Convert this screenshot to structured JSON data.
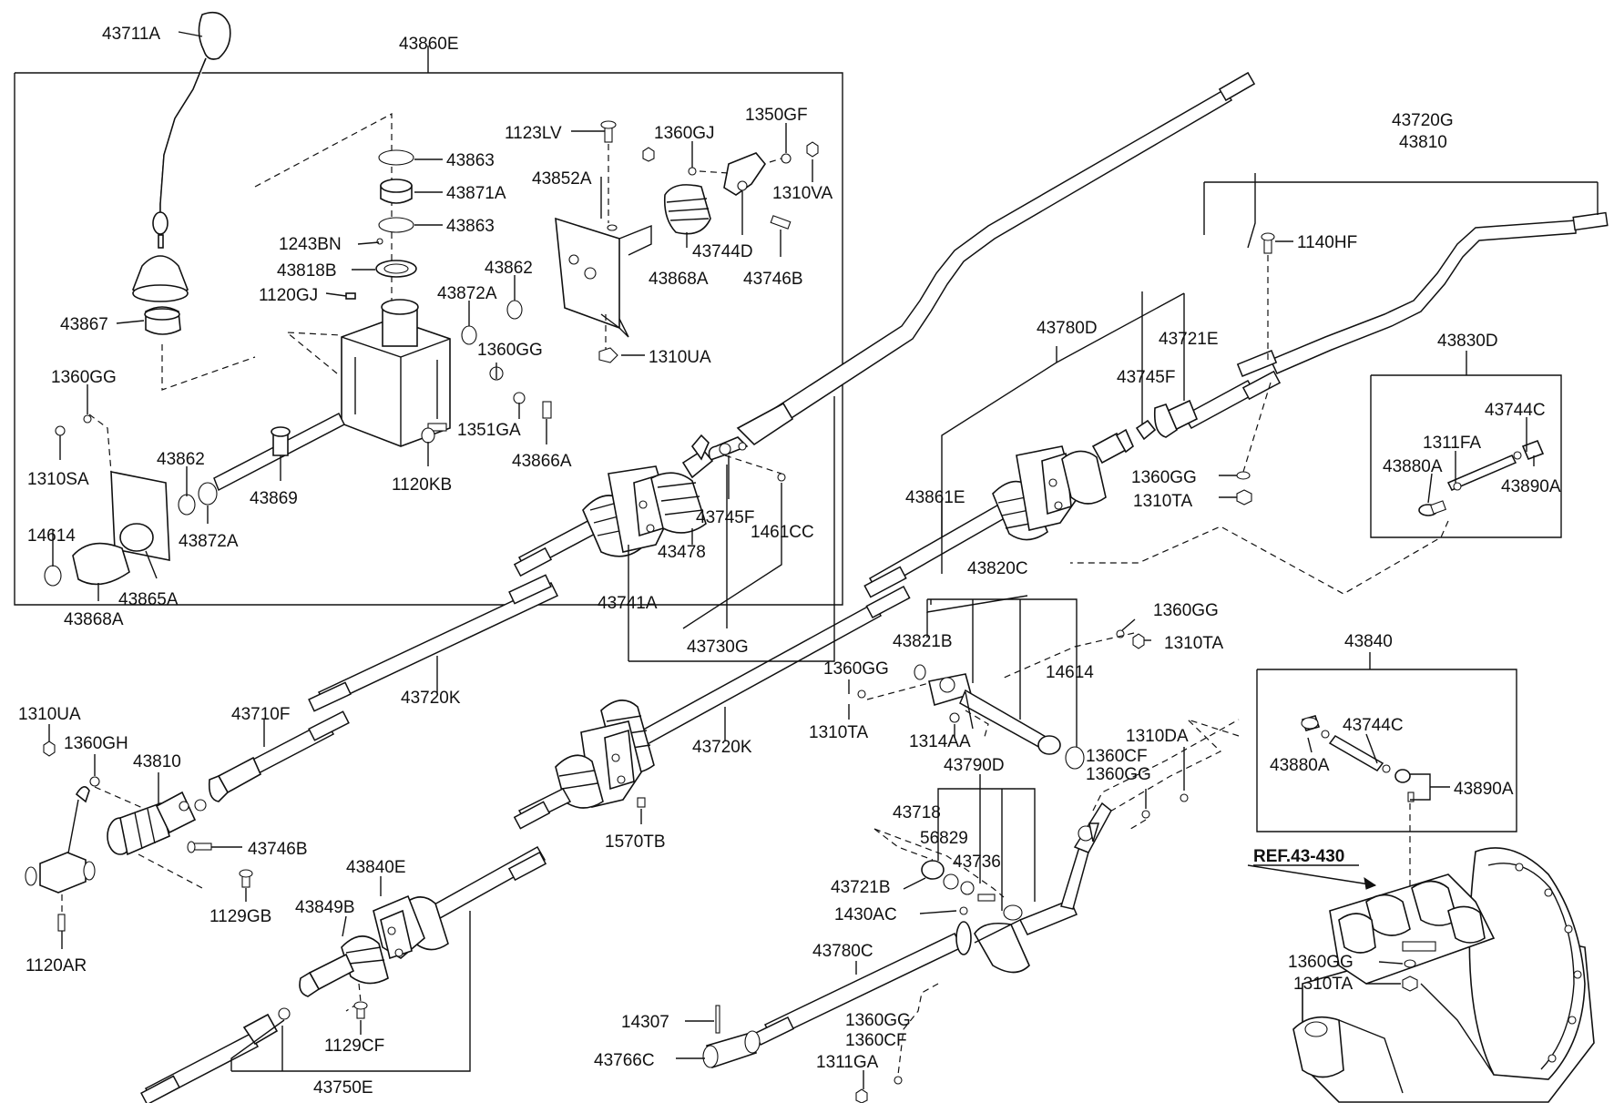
{
  "diagram": {
    "labels": [
      {
        "id": "l1",
        "text": "43711A"
      },
      {
        "id": "l2",
        "text": "43860E"
      },
      {
        "id": "l3",
        "text": "43863"
      },
      {
        "id": "l4",
        "text": "43871A"
      },
      {
        "id": "l5",
        "text": "43863"
      },
      {
        "id": "l6",
        "text": "1243BN"
      },
      {
        "id": "l7",
        "text": "43818B"
      },
      {
        "id": "l8",
        "text": "1120GJ"
      },
      {
        "id": "l9",
        "text": "43867"
      },
      {
        "id": "l10",
        "text": "1360GG"
      },
      {
        "id": "l11",
        "text": "1310SA"
      },
      {
        "id": "l12",
        "text": "43862"
      },
      {
        "id": "l13",
        "text": "14614"
      },
      {
        "id": "l14",
        "text": "43872A"
      },
      {
        "id": "l15",
        "text": "43868A"
      },
      {
        "id": "l16",
        "text": "43865A"
      },
      {
        "id": "l17",
        "text": "43869"
      },
      {
        "id": "l18",
        "text": "1120KB"
      },
      {
        "id": "l19",
        "text": "1351GA"
      },
      {
        "id": "l20",
        "text": "43866A"
      },
      {
        "id": "l21",
        "text": "1360GG"
      },
      {
        "id": "l22",
        "text": "43872A"
      },
      {
        "id": "l23",
        "text": "43862"
      },
      {
        "id": "l24",
        "text": "1123LV"
      },
      {
        "id": "l25",
        "text": "43852A"
      },
      {
        "id": "l26",
        "text": "1360GJ"
      },
      {
        "id": "l27",
        "text": "1350GF"
      },
      {
        "id": "l28",
        "text": "1310VA"
      },
      {
        "id": "l29",
        "text": "43744D"
      },
      {
        "id": "l30",
        "text": "43868A"
      },
      {
        "id": "l31",
        "text": "43746B"
      },
      {
        "id": "l32",
        "text": "1310UA"
      },
      {
        "id": "l33",
        "text": "43720G"
      },
      {
        "id": "l34",
        "text": "43810"
      },
      {
        "id": "l35",
        "text": "1140HF"
      },
      {
        "id": "l36",
        "text": "43780D"
      },
      {
        "id": "l37",
        "text": "43721E"
      },
      {
        "id": "l38",
        "text": "43745F"
      },
      {
        "id": "l39",
        "text": "43830D"
      },
      {
        "id": "l40",
        "text": "43744C"
      },
      {
        "id": "l41",
        "text": "1311FA"
      },
      {
        "id": "l42",
        "text": "43880A"
      },
      {
        "id": "l43",
        "text": "43890A"
      },
      {
        "id": "l44",
        "text": "43861E"
      },
      {
        "id": "l45",
        "text": "1360GG"
      },
      {
        "id": "l46",
        "text": "1310TA"
      },
      {
        "id": "l47",
        "text": "43745F"
      },
      {
        "id": "l48",
        "text": "1461CC"
      },
      {
        "id": "l49",
        "text": "43478"
      },
      {
        "id": "l50",
        "text": "43741A"
      },
      {
        "id": "l51",
        "text": "43730G"
      },
      {
        "id": "l52",
        "text": "43820C"
      },
      {
        "id": "l53",
        "text": "1360GG"
      },
      {
        "id": "l54",
        "text": "1310TA"
      },
      {
        "id": "l55",
        "text": "43821B"
      },
      {
        "id": "l56",
        "text": "14614"
      },
      {
        "id": "l57",
        "text": "1360GG"
      },
      {
        "id": "l58",
        "text": "1310TA"
      },
      {
        "id": "l59",
        "text": "1314AA"
      },
      {
        "id": "l60",
        "text": "43720K"
      },
      {
        "id": "l61",
        "text": "43720K"
      },
      {
        "id": "l62",
        "text": "1570TB"
      },
      {
        "id": "l63",
        "text": "43710F"
      },
      {
        "id": "l64",
        "text": "1310UA"
      },
      {
        "id": "l65",
        "text": "1360GH"
      },
      {
        "id": "l66",
        "text": "43810"
      },
      {
        "id": "l67",
        "text": "43746B"
      },
      {
        "id": "l68",
        "text": "1129GB"
      },
      {
        "id": "l69",
        "text": "1120AR"
      },
      {
        "id": "l70",
        "text": "43840E"
      },
      {
        "id": "l71",
        "text": "43849B"
      },
      {
        "id": "l72",
        "text": "1129CF"
      },
      {
        "id": "l73",
        "text": "43750E"
      },
      {
        "id": "l74",
        "text": "43790D"
      },
      {
        "id": "l75",
        "text": "1310DA"
      },
      {
        "id": "l76",
        "text": "1360CF"
      },
      {
        "id": "l77",
        "text": "1360GG"
      },
      {
        "id": "l78",
        "text": "43718"
      },
      {
        "id": "l79",
        "text": "56829"
      },
      {
        "id": "l80",
        "text": "43736"
      },
      {
        "id": "l81",
        "text": "43721B"
      },
      {
        "id": "l82",
        "text": "1430AC"
      },
      {
        "id": "l83",
        "text": "43780C"
      },
      {
        "id": "l84",
        "text": "14307"
      },
      {
        "id": "l85",
        "text": "43766C"
      },
      {
        "id": "l86",
        "text": "1360GG"
      },
      {
        "id": "l87",
        "text": "1360CF"
      },
      {
        "id": "l88",
        "text": "1311GA"
      },
      {
        "id": "l89",
        "text": "43840"
      },
      {
        "id": "l90",
        "text": "43744C"
      },
      {
        "id": "l91",
        "text": "43880A"
      },
      {
        "id": "l92",
        "text": "43890A"
      },
      {
        "id": "l93",
        "text": "REF.43-430"
      },
      {
        "id": "l94",
        "text": "1360GG"
      },
      {
        "id": "l95",
        "text": "1310TA"
      }
    ]
  }
}
